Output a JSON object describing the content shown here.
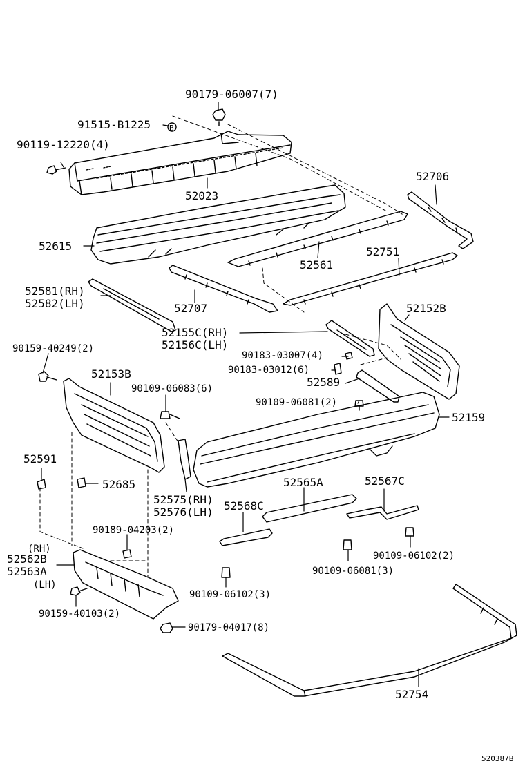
{
  "diagram": {
    "background": "#ffffff",
    "ink": "#000000",
    "reference_code": "520387B",
    "labels": [
      {
        "id": "p90179-06007",
        "text": "90179-06007(7)"
      },
      {
        "id": "p91515-B1225",
        "text": "91515-B1225"
      },
      {
        "id": "pB-circle",
        "text": "B"
      },
      {
        "id": "p90119-12220",
        "text": "90119-12220(4)"
      },
      {
        "id": "p52023",
        "text": "52023"
      },
      {
        "id": "p52706",
        "text": "52706"
      },
      {
        "id": "p52615",
        "text": "52615"
      },
      {
        "id": "p52751",
        "text": "52751"
      },
      {
        "id": "p52561",
        "text": "52561"
      },
      {
        "id": "p52581",
        "text": "52581(RH)"
      },
      {
        "id": "p52582",
        "text": "52582(LH)"
      },
      {
        "id": "p52707",
        "text": "52707"
      },
      {
        "id": "p52152B",
        "text": "52152B"
      },
      {
        "id": "p52155C",
        "text": "52155C(RH)"
      },
      {
        "id": "p52156C",
        "text": "52156C(LH)"
      },
      {
        "id": "p90159-40249",
        "text": "90159-40249(2)"
      },
      {
        "id": "p90183-03007",
        "text": "90183-03007(4)"
      },
      {
        "id": "p90183-03012",
        "text": "90183-03012(6)"
      },
      {
        "id": "p52153B",
        "text": "52153B"
      },
      {
        "id": "p90109-06083",
        "text": "90109-06083(6)"
      },
      {
        "id": "p52589",
        "text": "52589"
      },
      {
        "id": "p90109-06081a",
        "text": "90109-06081(2)"
      },
      {
        "id": "p52159",
        "text": "52159"
      },
      {
        "id": "p52591",
        "text": "52591"
      },
      {
        "id": "p52685",
        "text": "52685"
      },
      {
        "id": "p52565A",
        "text": "52565A"
      },
      {
        "id": "p52567C",
        "text": "52567C"
      },
      {
        "id": "p52575",
        "text": "52575(RH)"
      },
      {
        "id": "p52576",
        "text": "52576(LH)"
      },
      {
        "id": "p52568C",
        "text": "52568C"
      },
      {
        "id": "p90189-04203",
        "text": "90189-04203(2)"
      },
      {
        "id": "p90109-06102a",
        "text": "90109-06102(2)"
      },
      {
        "id": "pRH",
        "text": "(RH)"
      },
      {
        "id": "p52562B",
        "text": "52562B"
      },
      {
        "id": "p52563A",
        "text": "52563A"
      },
      {
        "id": "pLH",
        "text": "(LH)"
      },
      {
        "id": "p90109-06081b",
        "text": "90109-06081(3)"
      },
      {
        "id": "p90109-06102b",
        "text": "90109-06102(3)"
      },
      {
        "id": "p90159-40103",
        "text": "90159-40103(2)"
      },
      {
        "id": "p90179-04017",
        "text": "90179-04017(8)"
      },
      {
        "id": "p52754",
        "text": "52754"
      }
    ]
  }
}
